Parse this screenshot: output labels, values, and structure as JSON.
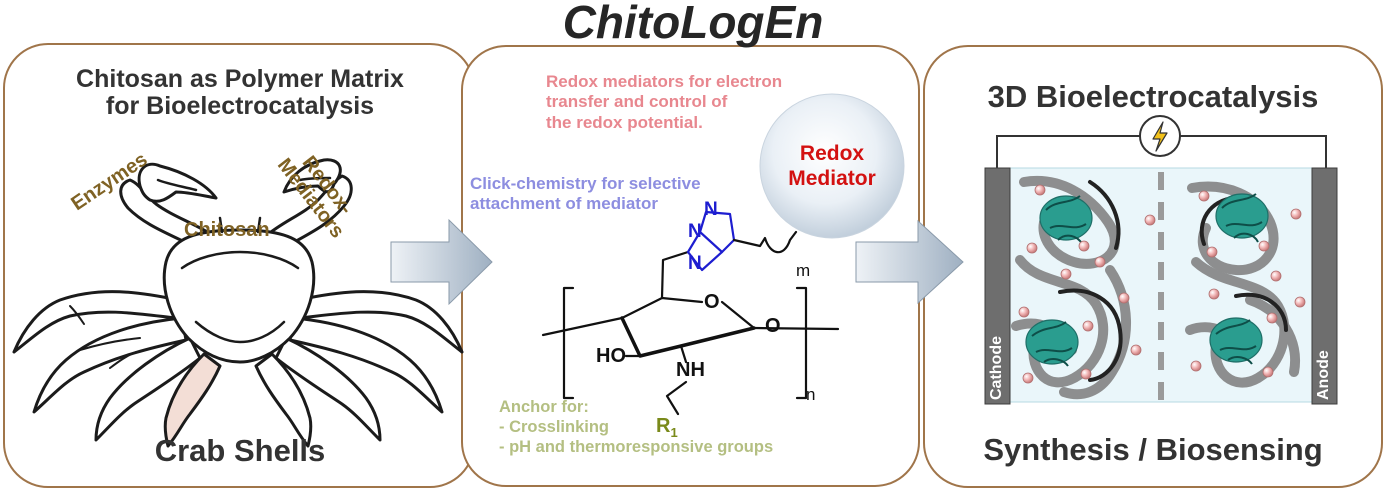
{
  "title": "ChitoLogEn",
  "panel1": {
    "heading_line1": "Chitosan as Polymer Matrix",
    "heading_line2": "for Bioelectrocatalysis",
    "label_enzymes": "Enzymes",
    "label_chitosan": "Chitosan",
    "label_redox_line1": "Redox-",
    "label_redox_line2": "Mediators",
    "footer": "Crab Shells"
  },
  "panel2": {
    "redox_note_line1": "Redox mediators for electron",
    "redox_note_line2": "transfer and control of",
    "redox_note_line3": "the redox potential.",
    "click_note_line1": "Click-chemistry for selective",
    "click_note_line2": "attachment of mediator",
    "mediator_line1": "Redox",
    "mediator_line2": "Mediator",
    "anchor_line1": "Anchor for:",
    "anchor_line2": "- Crosslinking",
    "anchor_line3": "- pH and thermoresponsive groups",
    "chem": {
      "n1": "N",
      "n2": "N",
      "n3": "N",
      "m": "m",
      "o_ring": "O",
      "o_link": "O",
      "ho": "HO",
      "nh": "NH",
      "n_sub": "n",
      "r": "R",
      "r_sub": "1"
    }
  },
  "panel3": {
    "heading": "3D Bioelectrocatalysis",
    "cathode": "Cathode",
    "anode": "Anode",
    "footer": "Synthesis / Biosensing"
  },
  "colors": {
    "panel_border": "#a0754a",
    "redox_note": "#e8878f",
    "click_note": "#8d8ee0",
    "mediator_text": "#d31111",
    "anchor_note": "#b4bf82",
    "triazole": "#1d1dd0",
    "brown_labels": "#7f6224",
    "enzyme": "#2a9d8f"
  },
  "icons": [
    "crab-illustration",
    "lightning-icon",
    "arrow-right-icon",
    "enzyme-icon"
  ]
}
